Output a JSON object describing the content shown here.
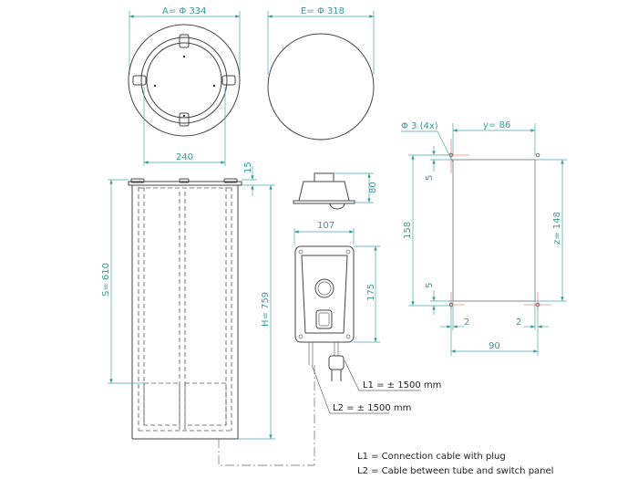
{
  "top_view": {
    "diameter_a": "A= Φ 334",
    "inner_width": "240"
  },
  "lid_view": {
    "diameter_e": "E= Φ 318"
  },
  "side_view": {
    "rim_height": "15",
    "s_depth": "S= 610",
    "h_height": "H= 759"
  },
  "switch_box": {
    "depth": "80",
    "width": "107",
    "height": "175"
  },
  "cables": {
    "l1_label": "L1 = ± 1500 mm",
    "l2_label": "L2 = ± 1500 mm"
  },
  "cutout": {
    "hole_note": "Φ 3 (4x)",
    "y_dim": "y= 86",
    "total_height": "158",
    "z_dim": "z= 148",
    "offset_top": "5",
    "offset_bottom": "5",
    "offset_left": "2",
    "offset_right": "2",
    "total_width": "90"
  },
  "legend": {
    "l1": "L1 = Connection cable with plug",
    "l2": "L2 = Cable between tube and switch panel"
  },
  "colors": {
    "dimension": "#4aa8a8",
    "line": "#444444",
    "centerline": "#e88888"
  }
}
